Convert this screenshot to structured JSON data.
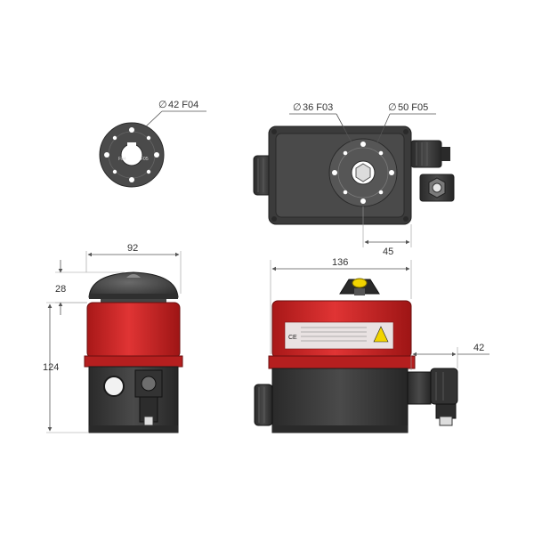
{
  "labels": {
    "flange_small": "42 F04",
    "flange_mid": "36 F03",
    "flange_large": "50 F05",
    "diameter_symbol": "∅"
  },
  "dimensions": {
    "width_front": "92",
    "cover_height": "28",
    "body_height": "124",
    "length_side": "136",
    "connector_offset": "42",
    "flange_offset": "45"
  },
  "colors": {
    "housing_red": "#d42a2a",
    "housing_dark": "#3a3a3a",
    "cover_grey": "#5a5a5a",
    "indicator_yellow": "#f2d400"
  }
}
